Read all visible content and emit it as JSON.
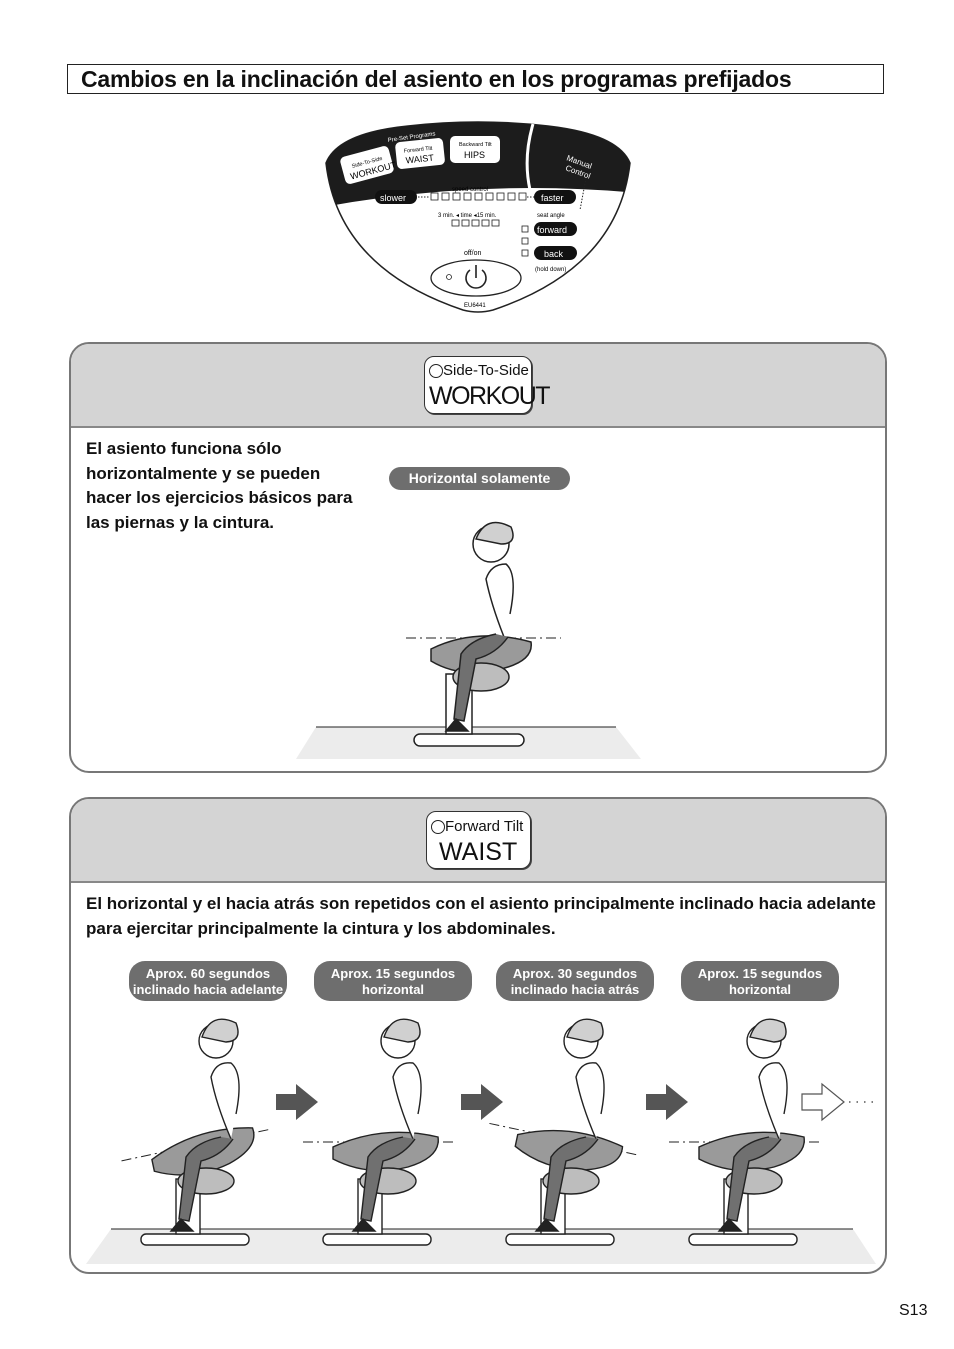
{
  "page": {
    "title": "Cambios en la inclinación del asiento en los programas prefijados",
    "page_number": "S13"
  },
  "control_panel": {
    "preset_header": "Pre-Set Programs",
    "programs": [
      {
        "small": "Side-To-Side",
        "big": "WORKOUT"
      },
      {
        "small": "Forward Tilt",
        "big": "WAIST"
      },
      {
        "small": "Backward Tilt",
        "big": "HIPS"
      }
    ],
    "manual_line1": "Manual",
    "manual_line2": "Control",
    "speed_label": "speed control",
    "slower": "slower",
    "faster": "faster",
    "time_label": "3 min. ◂ time ◂15 min.",
    "seat_angle": "seat angle",
    "forward": "forward",
    "back": "back",
    "hold_down": "(hold down)",
    "offon": "off/on",
    "model": "EU6441"
  },
  "section1": {
    "badge_small": "Side-To-Side",
    "badge_big": "WORKOUT",
    "description": "El asiento funciona sólo horizontalmente y se pueden hacer los ejercicios básicos para las piernas y la cintura.",
    "label": "Horizontal solamente"
  },
  "section2": {
    "badge_small": "Forward Tilt",
    "badge_big": "WAIST",
    "description": "El horizontal y el hacia atrás son repetidos con el asiento principalmente inclinado hacia adelante para ejercitar principalmente la cintura y los abdominales.",
    "steps": [
      {
        "label": "Aprox. 60 segundos\ninclinado hacia adelante",
        "tilt": -12
      },
      {
        "label": "Aprox. 15 segundos\nhorizontal",
        "tilt": 0
      },
      {
        "label": "Aprox. 30 segundos\ninclinado hacia atrás",
        "tilt": 12
      },
      {
        "label": "Aprox. 15 segundos\nhorizontal",
        "tilt": 0
      }
    ]
  }
}
